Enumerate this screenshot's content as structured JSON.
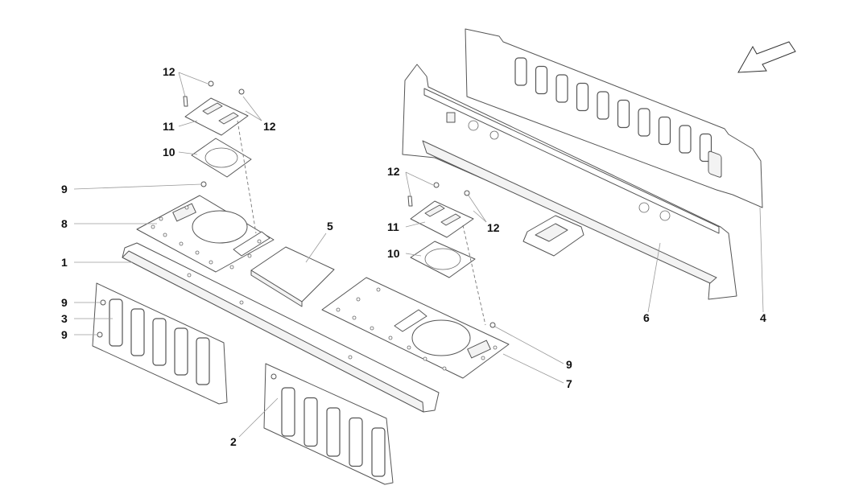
{
  "callouts": {
    "c1": "1",
    "c2": "2",
    "c3": "3",
    "c4": "4",
    "c5": "5",
    "c6": "6",
    "c7": "7",
    "c8": "8",
    "c9a": "9",
    "c9b": "9",
    "c9c": "9",
    "c9d": "9",
    "c10a": "10",
    "c10b": "10",
    "c11a": "11",
    "c11b": "11",
    "c12a": "12",
    "c12b": "12",
    "c12c": "12",
    "c12d": "12"
  },
  "icons": {
    "view_direction": "direction-arrow-icon"
  }
}
